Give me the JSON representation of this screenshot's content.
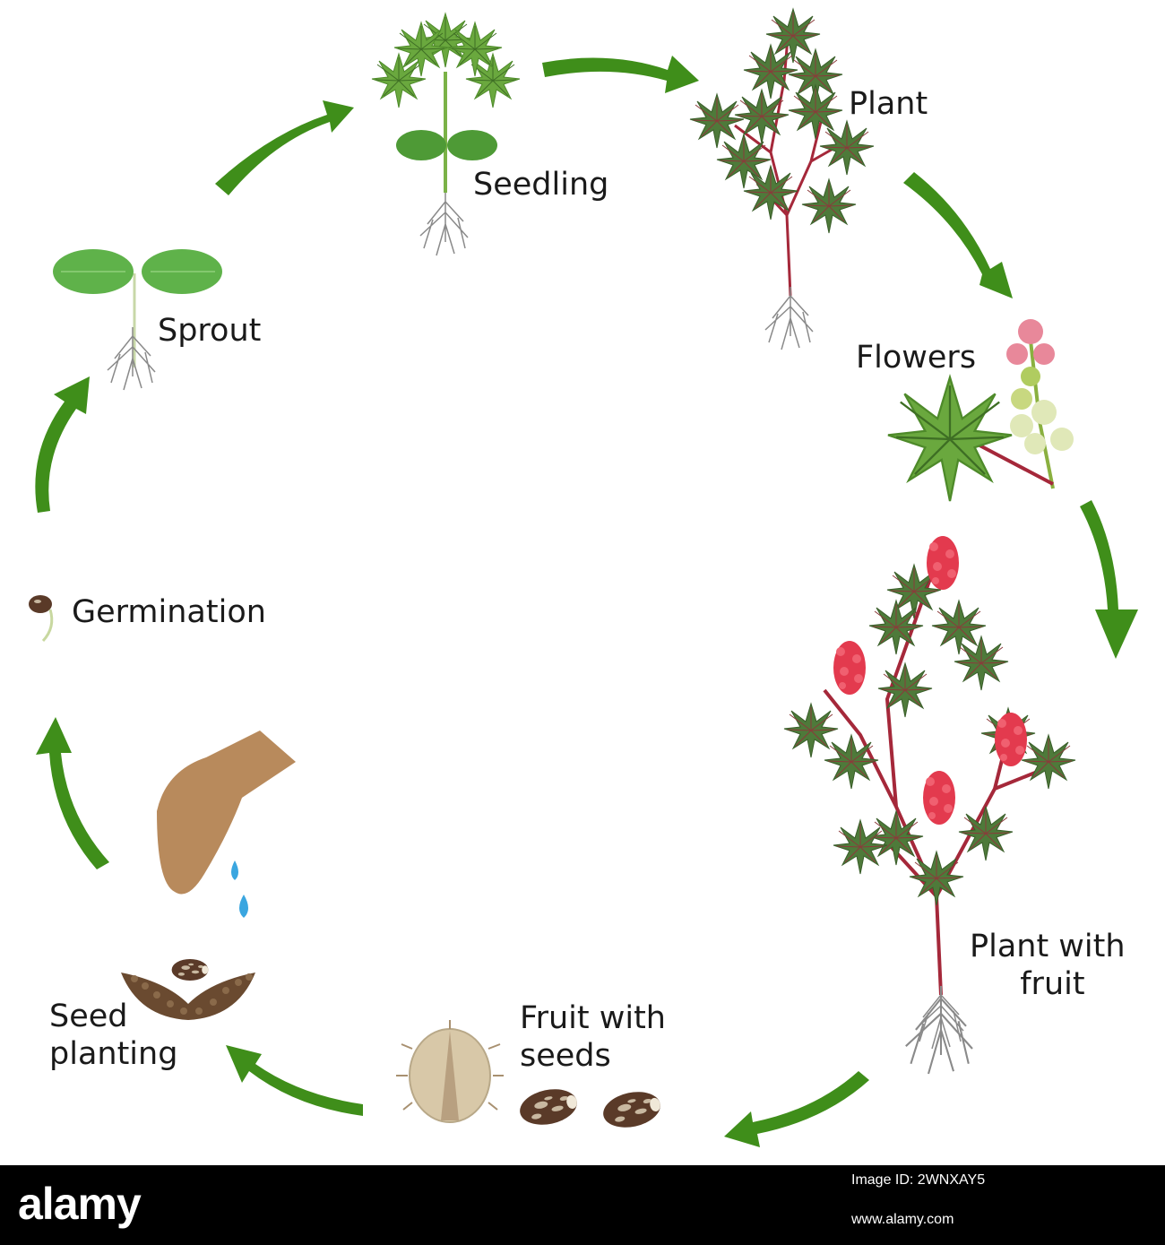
{
  "stages": {
    "seedling": "Seedling",
    "plant": "Plant",
    "flowers": "Flowers",
    "plant_with_fruit_1": "Plant with",
    "plant_with_fruit_2": "fruit",
    "fruit_with_seeds_1": "Fruit with",
    "fruit_with_seeds_2": "seeds",
    "seed_planting_1": "Seed",
    "seed_planting_2": "planting",
    "germination": "Germination",
    "sprout": "Sprout"
  },
  "colors": {
    "arrow": "#3f8e1a",
    "leaf": "#4e8c3a",
    "leaf_light": "#5fb24a",
    "stem_red": "#a5283a",
    "flower_red": "#e33a4e",
    "seed_brown": "#5a3a28",
    "water": "#3aa6e0",
    "hand": "#b88a5c"
  },
  "footer": {
    "logo": "alamy",
    "image_id": "Image ID: 2WNXAY5",
    "url": "www.alamy.com"
  }
}
